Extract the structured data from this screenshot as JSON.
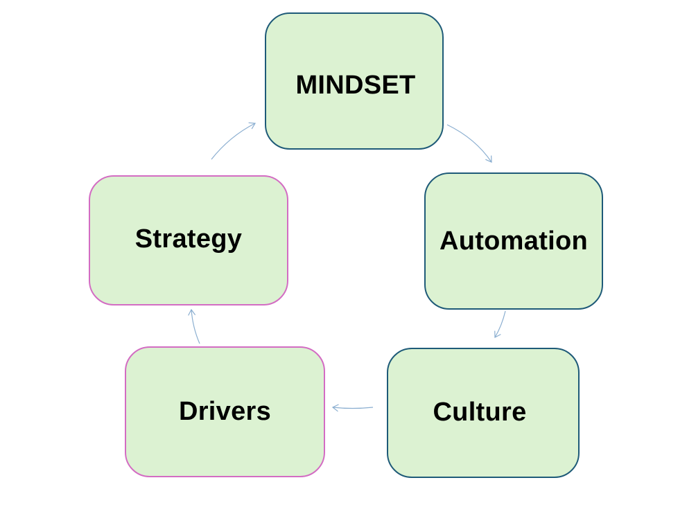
{
  "diagram": {
    "type": "cycle",
    "colors": {
      "node_fill": "#dcf2d2",
      "node_border_primary": "#1e5a78",
      "node_border_accent": "#d36cc3",
      "arrow": "#8aaed0",
      "text": "#000000"
    },
    "nodes": [
      {
        "id": "mindset",
        "label": "MINDSET",
        "border": "primary"
      },
      {
        "id": "automation",
        "label": "Automation",
        "border": "primary"
      },
      {
        "id": "culture",
        "label": "Culture",
        "border": "primary"
      },
      {
        "id": "drivers",
        "label": "Drivers",
        "border": "accent"
      },
      {
        "id": "strategy",
        "label": "Strategy",
        "border": "accent"
      }
    ],
    "edges": [
      {
        "from": "mindset",
        "to": "automation"
      },
      {
        "from": "automation",
        "to": "culture"
      },
      {
        "from": "culture",
        "to": "drivers"
      },
      {
        "from": "drivers",
        "to": "strategy"
      },
      {
        "from": "strategy",
        "to": "mindset"
      }
    ]
  }
}
